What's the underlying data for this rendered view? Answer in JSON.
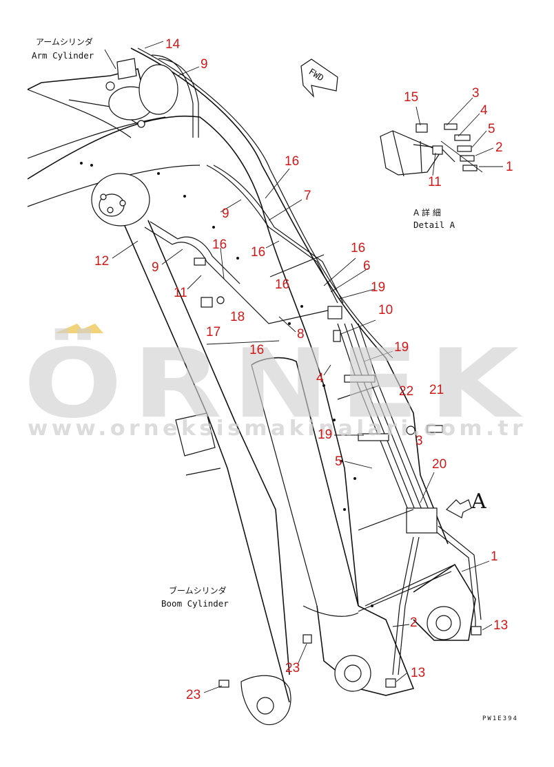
{
  "labels": {
    "arm_cylinder_jp": "アームシリンダ",
    "arm_cylinder_en": "Arm Cylinder",
    "boom_cylinder_jp": "ブームシリンダ",
    "boom_cylinder_en": "Boom Cylinder",
    "detail_jp": "A 詳 細",
    "detail_en": "Detail A",
    "fwd": "FWD",
    "view_a": "A",
    "drawing_code": "PW1E394"
  },
  "watermark": {
    "brand": "ÖRNEK",
    "url": "www.orneksismakinalari.com.tr",
    "accent_color": "#f2d27a"
  },
  "callouts": [
    "14",
    "9",
    "16",
    "7",
    "9",
    "16",
    "16",
    "12",
    "9",
    "11",
    "16",
    "17",
    "18",
    "16",
    "6",
    "19",
    "10",
    "8",
    "16",
    "19",
    "4",
    "22",
    "21",
    "19",
    "3",
    "5",
    "20",
    "1",
    "2",
    "13",
    "23",
    "13",
    "23",
    "15",
    "3",
    "4",
    "5",
    "2",
    "1",
    "11"
  ]
}
